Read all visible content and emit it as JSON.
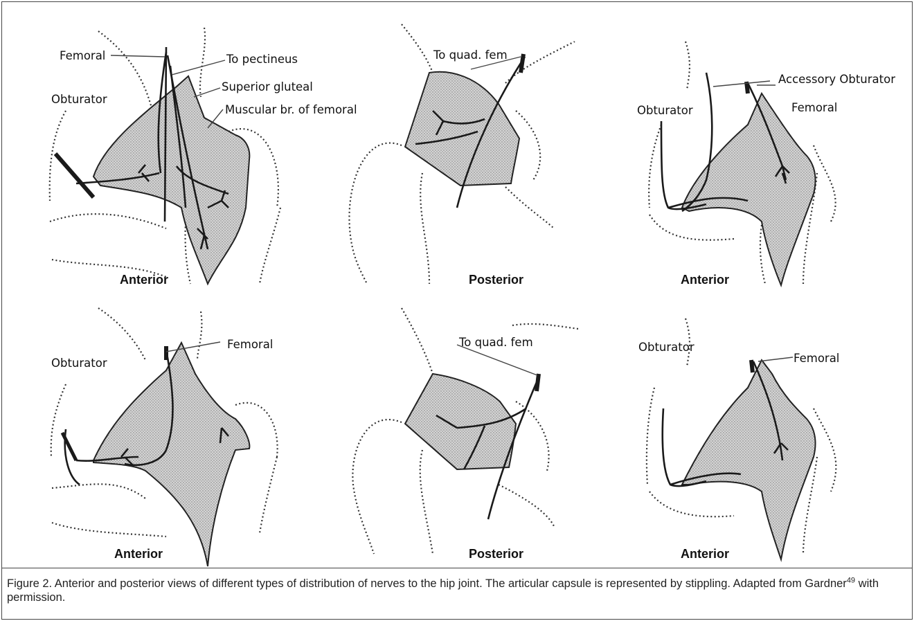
{
  "panels": [
    {
      "view": "Anterior",
      "labels": [
        "Femoral",
        "To pectineus",
        "Superior gluteal",
        "Muscular br. of femoral",
        "Obturator"
      ]
    },
    {
      "view": "Posterior",
      "labels": [
        "To quad. fem"
      ]
    },
    {
      "view": "Anterior",
      "labels": [
        "Accessory Obturator",
        "Obturator",
        "Femoral"
      ]
    },
    {
      "view": "Anterior",
      "labels": [
        "Femoral",
        "Obturator"
      ]
    },
    {
      "view": "Posterior",
      "labels": [
        "To quad. fem"
      ]
    },
    {
      "view": "Anterior",
      "labels": [
        "Obturator",
        "Femoral"
      ]
    }
  ],
  "caption": {
    "text_before_ref": "Figure 2. Anterior and posterior views of different types of distribution of nerves to the hip joint. The articular capsule is represented by stippling. Adapted from Gardner",
    "ref": "49",
    "text_after_ref": " with permission."
  },
  "colors": {
    "capsule_fill": "#cfcfcf",
    "line": "#1a1a1a",
    "outline_dots": "#333333"
  }
}
